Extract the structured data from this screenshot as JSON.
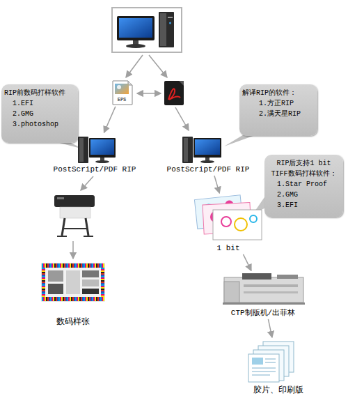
{
  "diagram": {
    "nodes": [
      {
        "text": [
          "EPS"
        ]
      },
      {
        "text": [
          "RIP前数码打样软件",
          "1.EFI",
          "2.GMG",
          "3.photoshop"
        ]
      },
      {
        "text": [
          "解译RIP的软件：",
          "1.方正RIP",
          "2.满天星RIP"
        ]
      },
      {
        "text": [
          "PostScript/PDF RIP"
        ]
      },
      {
        "text": [
          "PostScript/PDF RIP"
        ]
      },
      {
        "text": [
          "RIP后支持1 bit TIFF数码打样软件：",
          "1.Star Proof",
          "2.GMG",
          "3.EFI"
        ]
      },
      {
        "text": [
          "1 bit"
        ]
      },
      {
        "text": [
          "数码样张"
        ]
      },
      {
        "text": [
          "CTP制版机/出菲林"
        ]
      },
      {
        "text": [
          "胶片、印刷版"
        ]
      }
    ],
    "edges": [
      {
        "from": 0,
        "to": 3,
        "arrow": "to"
      },
      {
        "from": 4,
        "to": 6,
        "arrow": "to"
      },
      {
        "from": 6,
        "to": 8,
        "arrow": "to"
      },
      {
        "from": 8,
        "to": 9,
        "arrow": "to"
      }
    ]
  }
}
